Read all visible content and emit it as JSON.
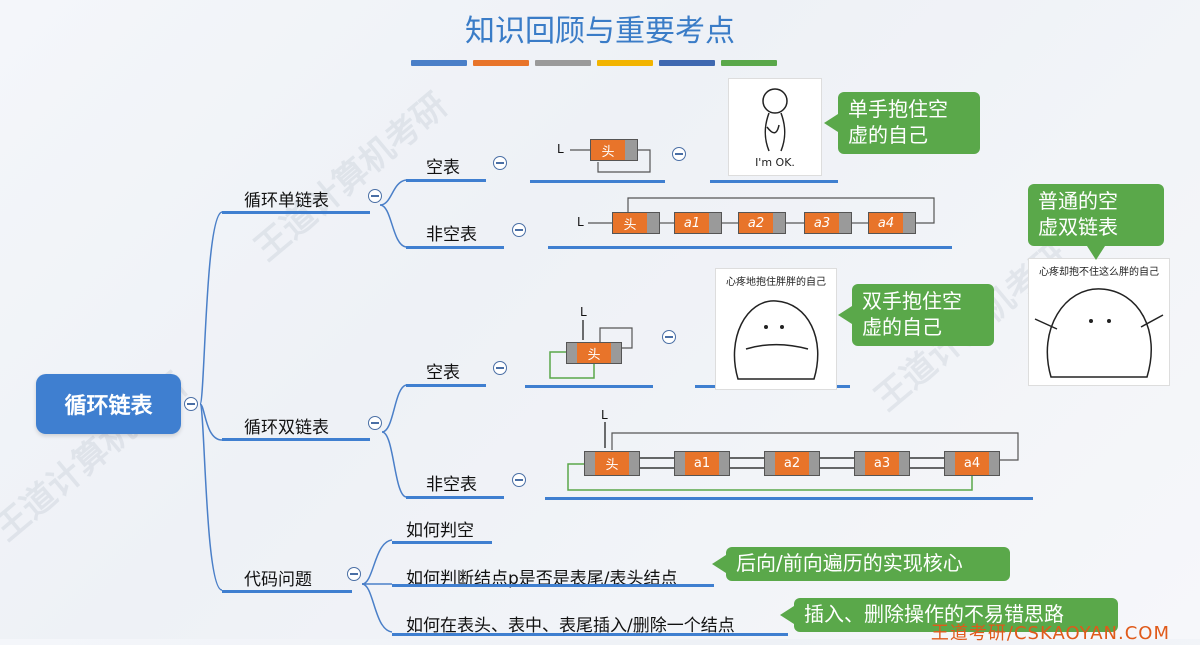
{
  "title": "知识回顾与重要考点",
  "watermark": "王道计算机考研",
  "title_bar_colors": [
    "#4a7fc8",
    "#e8742a",
    "#9a9a9a",
    "#f2b400",
    "#3f68b0",
    "#5aa84a"
  ],
  "root": "循环链表",
  "branches": {
    "single": {
      "label": "循环单链表",
      "empty": "空表",
      "nonempty": "非空表"
    },
    "double": {
      "label": "循环双链表",
      "empty": "空表",
      "nonempty": "非空表"
    },
    "code": {
      "label": "代码问题",
      "items": [
        "如何判空",
        "如何判断结点p是否是表尾/表头结点",
        "如何在表头、表中、表尾插入/删除一个结点"
      ]
    }
  },
  "diagram": {
    "pointer": "L",
    "head": "头",
    "nodes": [
      "a1",
      "a2",
      "a3",
      "a4"
    ]
  },
  "callouts": {
    "c1": "单手抱住空虚的自己",
    "c1_l1": "单手抱住空",
    "c1_l2": "虚的自己",
    "c2": "普通的空虚双链表",
    "c2_l1": "普通的空",
    "c2_l2": "虚双链表",
    "c3_l1": "双手抱住空",
    "c3_l2": "虚的自己",
    "c4": "后向/前向遍历的实现核心",
    "c5": "插入、删除操作的不易错思路"
  },
  "memes": {
    "ok": "I'm OK.",
    "hug1": "心疼地抱住胖胖的自己",
    "hug2": "心疼却抱不住这么胖的自己"
  },
  "brand": "王道考研/CSKAOYAN.COM"
}
